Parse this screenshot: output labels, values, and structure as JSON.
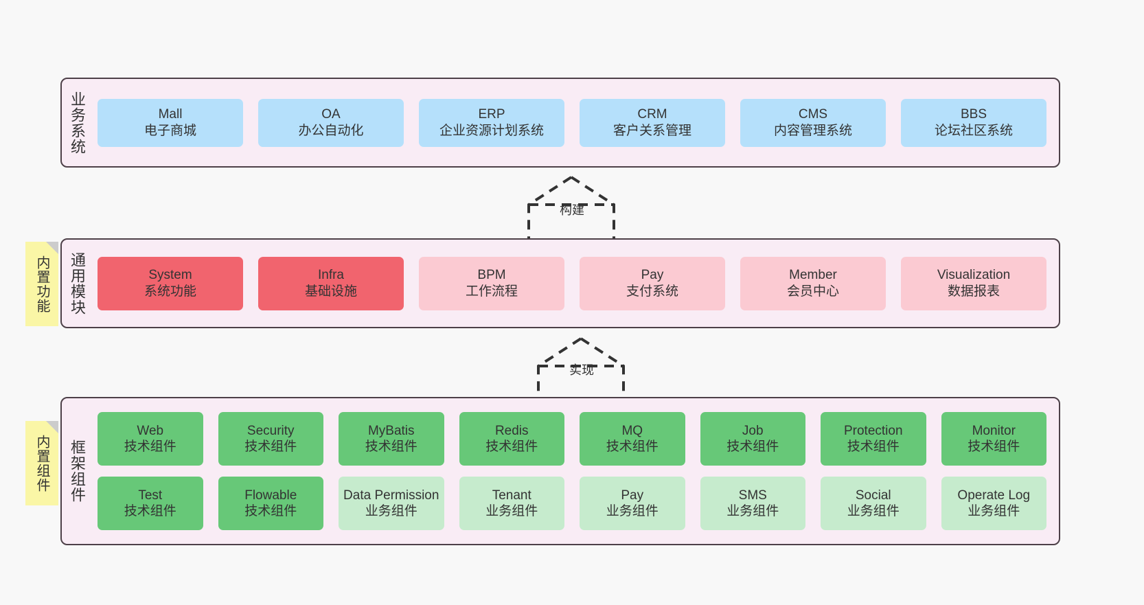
{
  "page": {
    "background": "#f8f8f8",
    "panel_bg": "#f9ecf5",
    "panel_border": "#4d4048",
    "note_bg": "#faf6a6"
  },
  "colors": {
    "blue": "#b5e0fb",
    "red": "#f1646e",
    "pink": "#fbcad2",
    "green": "#67c878",
    "light_green": "#c6ebcd"
  },
  "notes": [
    {
      "id": "note-common",
      "label": "内置功能"
    },
    {
      "id": "note-framework",
      "label": "内置组件"
    }
  ],
  "connectors": [
    {
      "id": "arrow-build",
      "label": "构建",
      "style": "dashed-generalization",
      "direction": "up"
    },
    {
      "id": "arrow-impl",
      "label": "实现",
      "style": "dashed-generalization",
      "direction": "up"
    }
  ],
  "layers": [
    {
      "id": "layer-business",
      "title": "业务系统",
      "rows": [
        [
          {
            "name": "Mall",
            "sub": "电子商城",
            "color": "blue"
          },
          {
            "name": "OA",
            "sub": "办公自动化",
            "color": "blue"
          },
          {
            "name": "ERP",
            "sub": "企业资源计划系统",
            "color": "blue"
          },
          {
            "name": "CRM",
            "sub": "客户关系管理",
            "color": "blue"
          },
          {
            "name": "CMS",
            "sub": "内容管理系统",
            "color": "blue"
          },
          {
            "name": "BBS",
            "sub": "论坛社区系统",
            "color": "blue"
          }
        ]
      ]
    },
    {
      "id": "layer-common",
      "title": "通用模块",
      "rows": [
        [
          {
            "name": "System",
            "sub": "系统功能",
            "color": "red"
          },
          {
            "name": "Infra",
            "sub": "基础设施",
            "color": "red"
          },
          {
            "name": "BPM",
            "sub": "工作流程",
            "color": "pink"
          },
          {
            "name": "Pay",
            "sub": "支付系统",
            "color": "pink"
          },
          {
            "name": "Member",
            "sub": "会员中心",
            "color": "pink"
          },
          {
            "name": "Visualization",
            "sub": "数据报表",
            "color": "pink"
          }
        ]
      ]
    },
    {
      "id": "layer-framework",
      "title": "框架组件",
      "rows": [
        [
          {
            "name": "Web",
            "sub": "技术组件",
            "color": "green"
          },
          {
            "name": "Security",
            "sub": "技术组件",
            "color": "green"
          },
          {
            "name": "MyBatis",
            "sub": "技术组件",
            "color": "green"
          },
          {
            "name": "Redis",
            "sub": "技术组件",
            "color": "green"
          },
          {
            "name": "MQ",
            "sub": "技术组件",
            "color": "green"
          },
          {
            "name": "Job",
            "sub": "技术组件",
            "color": "green"
          },
          {
            "name": "Protection",
            "sub": "技术组件",
            "color": "green"
          },
          {
            "name": "Monitor",
            "sub": "技术组件",
            "color": "green"
          }
        ],
        [
          {
            "name": "Test",
            "sub": "技术组件",
            "color": "green"
          },
          {
            "name": "Flowable",
            "sub": "技术组件",
            "color": "green"
          },
          {
            "name": "Data Permission",
            "sub": "业务组件",
            "color": "light_green"
          },
          {
            "name": "Tenant",
            "sub": "业务组件",
            "color": "light_green"
          },
          {
            "name": "Pay",
            "sub": "业务组件",
            "color": "light_green"
          },
          {
            "name": "SMS",
            "sub": "业务组件",
            "color": "light_green"
          },
          {
            "name": "Social",
            "sub": "业务组件",
            "color": "light_green"
          },
          {
            "name": "Operate Log",
            "sub": "业务组件",
            "color": "light_green"
          }
        ]
      ]
    }
  ]
}
